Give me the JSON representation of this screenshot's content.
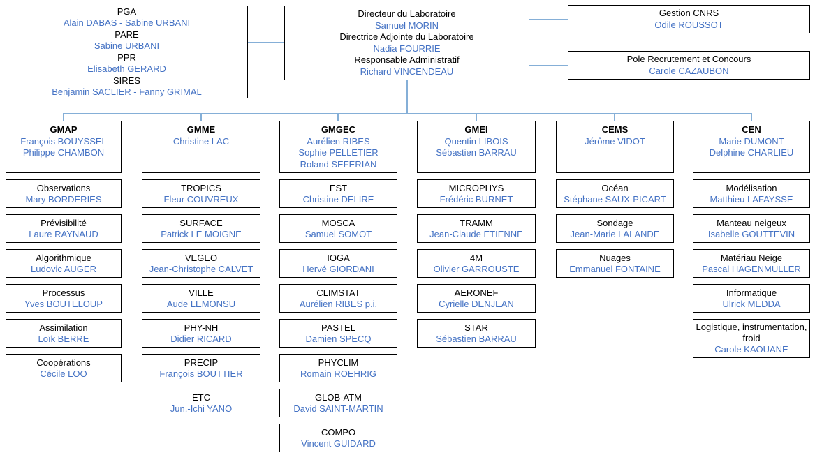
{
  "colors": {
    "name_text": "#4472C4",
    "label_text": "#000000",
    "connector": "#85AFD7",
    "box_border": "#000000",
    "background": "#FFFFFF"
  },
  "top_boxes": [
    {
      "id": "pga-pare-ppr-sires",
      "lines": [
        [
          "label",
          "PGA"
        ],
        [
          "name",
          "Alain DABAS - Sabine URBANI"
        ],
        [
          "label",
          "PARE"
        ],
        [
          "name",
          "Sabine URBANI"
        ],
        [
          "label",
          "PPR"
        ],
        [
          "name",
          "Elisabeth GERARD"
        ],
        [
          "label",
          "SIRES"
        ],
        [
          "name",
          "Benjamin SACLIER - Fanny GRIMAL"
        ]
      ]
    },
    {
      "id": "direction",
      "lines": [
        [
          "label",
          "Directeur du Laboratoire"
        ],
        [
          "name",
          "Samuel MORIN"
        ],
        [
          "label",
          "Directrice Adjointe du Laboratoire"
        ],
        [
          "name",
          "Nadia FOURRIE"
        ],
        [
          "label",
          "Responsable Administratif"
        ],
        [
          "name",
          "Richard VINCENDEAU"
        ]
      ]
    },
    {
      "id": "gestion-cnrs",
      "lines": [
        [
          "label",
          "Gestion CNRS"
        ],
        [
          "name",
          "Odile ROUSSOT"
        ]
      ]
    },
    {
      "id": "pole-recrutement",
      "lines": [
        [
          "label",
          "Pole Recrutement et Concours"
        ],
        [
          "name",
          "Carole CAZAUBON"
        ]
      ]
    }
  ],
  "departments": [
    {
      "code": "GMAP",
      "heads": [
        "François BOUYSSEL",
        "Philippe CHAMBON"
      ],
      "teams": [
        {
          "name": "Observations",
          "lead": "Mary BORDERIES"
        },
        {
          "name": "Prévisibilité",
          "lead": "Laure RAYNAUD"
        },
        {
          "name": "Algorithmique",
          "lead": "Ludovic AUGER"
        },
        {
          "name": "Processus",
          "lead": "Yves BOUTELOUP"
        },
        {
          "name": "Assimilation",
          "lead": "Loïk BERRE"
        },
        {
          "name": "Coopérations",
          "lead": "Cécile LOO"
        }
      ]
    },
    {
      "code": "GMME",
      "heads": [
        "Christine LAC"
      ],
      "teams": [
        {
          "name": "TROPICS",
          "lead": "Fleur COUVREUX"
        },
        {
          "name": "SURFACE",
          "lead": "Patrick LE MOIGNE"
        },
        {
          "name": "VEGEO",
          "lead": "Jean-Christophe CALVET"
        },
        {
          "name": "VILLE",
          "lead": "Aude LEMONSU"
        },
        {
          "name": "PHY-NH",
          "lead": "Didier RICARD"
        },
        {
          "name": "PRECIP",
          "lead": "François BOUTTIER"
        },
        {
          "name": "ETC",
          "lead": "Jun,-Ichi YANO"
        }
      ]
    },
    {
      "code": "GMGEC",
      "heads": [
        "Aurélien RIBES",
        "Sophie PELLETIER",
        "Roland SEFERIAN"
      ],
      "teams": [
        {
          "name": "EST",
          "lead": "Christine DELIRE"
        },
        {
          "name": "MOSCA",
          "lead": "Samuel SOMOT"
        },
        {
          "name": "IOGA",
          "lead": "Hervé GIORDANI"
        },
        {
          "name": "CLIMSTAT",
          "lead": "Aurélien RIBES p.i."
        },
        {
          "name": "PASTEL",
          "lead": "Damien SPECQ"
        },
        {
          "name": "PHYCLIM",
          "lead": "Romain ROEHRIG"
        },
        {
          "name": "GLOB-ATM",
          "lead": "David SAINT-MARTIN"
        },
        {
          "name": "COMPO",
          "lead": "Vincent GUIDARD"
        }
      ]
    },
    {
      "code": "GMEI",
      "heads": [
        "Quentin LIBOIS",
        "Sébastien BARRAU"
      ],
      "teams": [
        {
          "name": "MICROPHYS",
          "lead": "Frédéric BURNET"
        },
        {
          "name": "TRAMM",
          "lead": "Jean-Claude ETIENNE"
        },
        {
          "name": "4M",
          "lead": "Olivier GARROUSTE"
        },
        {
          "name": "AERONEF",
          "lead": "Cyrielle DENJEAN"
        },
        {
          "name": "STAR",
          "lead": "Sébastien BARRAU"
        }
      ]
    },
    {
      "code": "CEMS",
      "heads": [
        "Jérôme VIDOT"
      ],
      "teams": [
        {
          "name": "Océan",
          "lead": "Stéphane SAUX-PICART"
        },
        {
          "name": "Sondage",
          "lead": "Jean-Marie LALANDE"
        },
        {
          "name": "Nuages",
          "lead": "Emmanuel FONTAINE"
        }
      ]
    },
    {
      "code": "CEN",
      "heads": [
        "Marie DUMONT",
        "Delphine CHARLIEU"
      ],
      "teams": [
        {
          "name": "Modélisation",
          "lead": "Matthieu LAFAYSSE"
        },
        {
          "name": "Manteau neigeux",
          "lead": "Isabelle GOUTTEVIN"
        },
        {
          "name": "Matériau Neige",
          "lead": "Pascal HAGENMULLER"
        },
        {
          "name": "Informatique",
          "lead": "Ulrick MEDDA"
        },
        {
          "name": "Logistique, instrumentation, froid",
          "lead": "Carole KAOUANE"
        }
      ]
    }
  ]
}
